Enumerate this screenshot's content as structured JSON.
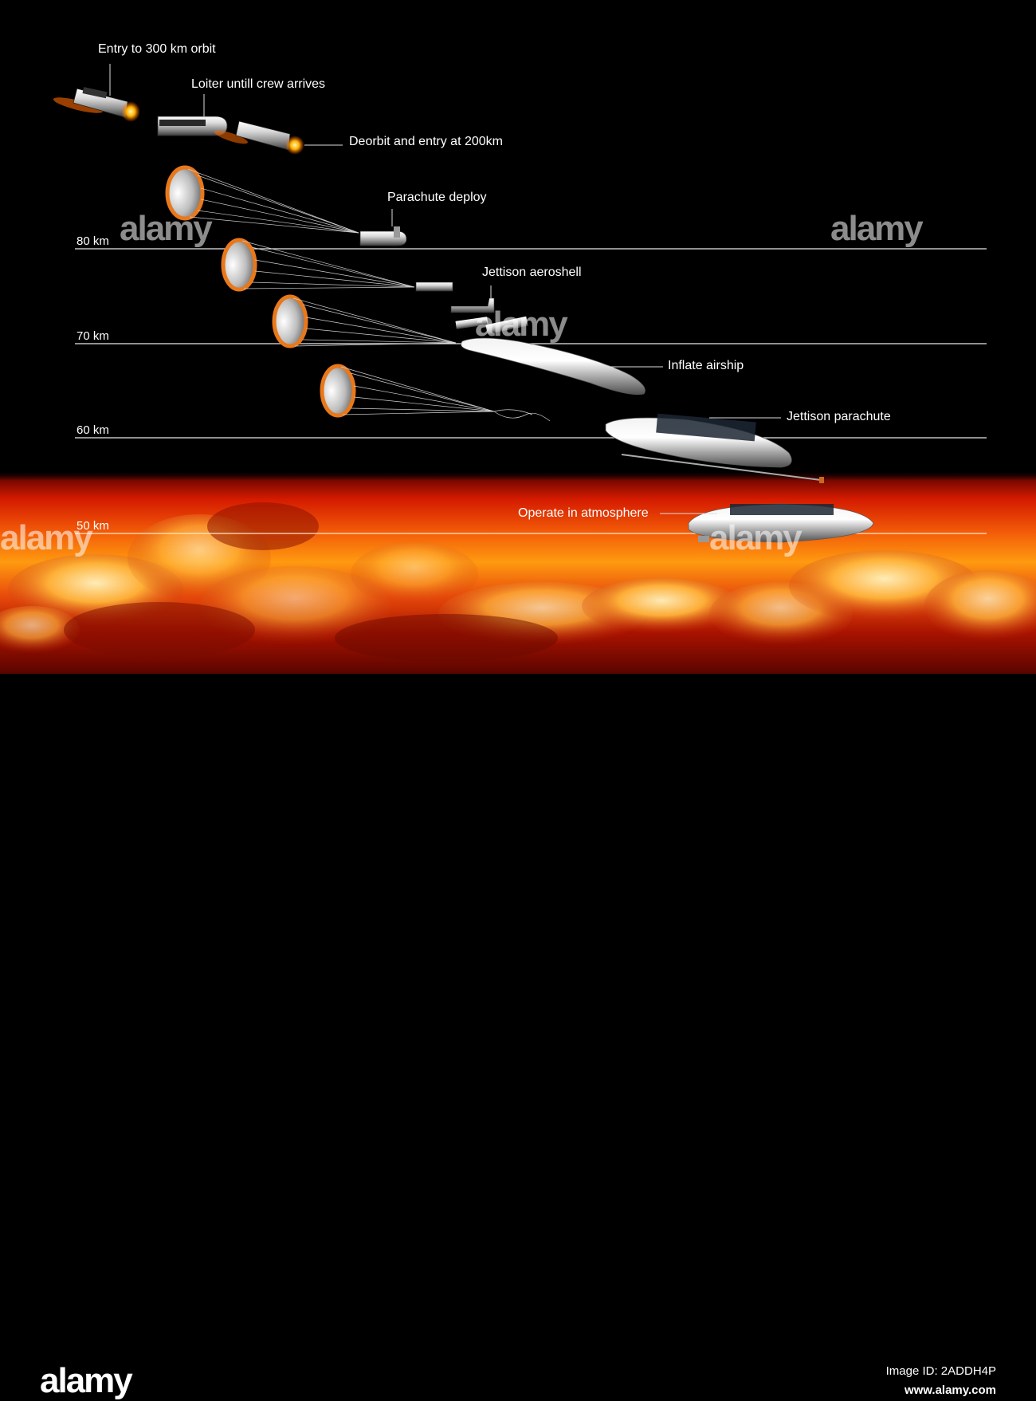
{
  "stages": {
    "entry_orbit": "Entry to 300 km orbit",
    "loiter": "Loiter untill crew arrives",
    "deorbit": "Deorbit and entry at 200km",
    "parachute_deploy": "Parachute deploy",
    "jettison_aeroshell": "Jettison aeroshell",
    "inflate_airship": "Inflate airship",
    "jettison_parachute": "Jettison parachute",
    "operate": "Operate in atmosphere"
  },
  "altitudes": {
    "a80": "80 km",
    "a70": "70 km",
    "a60": "60 km",
    "a50": "50 km"
  },
  "watermark": {
    "brand": "alamy",
    "image_id": "Image ID: 2ADDH4P",
    "site": "www.alamy.com"
  },
  "colors": {
    "background": "#000000",
    "atmosphere_top": "#d41a00",
    "atmosphere_mid": "#ff9a10",
    "heat_glow": "#ff8c00",
    "parachute_rim": "#e8781a"
  }
}
